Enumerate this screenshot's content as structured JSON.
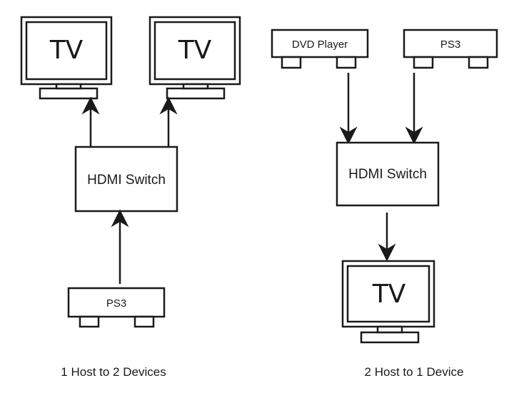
{
  "left": {
    "tv1": {
      "label": "TV",
      "icon": "tv-icon"
    },
    "tv2": {
      "label": "TV",
      "icon": "tv-icon"
    },
    "switch": {
      "label": "HDMI Switch"
    },
    "ps3": {
      "label": "PS3",
      "icon": "console-icon"
    },
    "caption": "1 Host to 2 Devices"
  },
  "right": {
    "dvd": {
      "label": "DVD Player",
      "icon": "dvd-player-icon"
    },
    "ps3": {
      "label": "PS3",
      "icon": "console-icon"
    },
    "switch": {
      "label": "HDMI Switch"
    },
    "tv": {
      "label": "TV",
      "icon": "tv-icon"
    },
    "caption": "2 Host to 1 Device"
  }
}
